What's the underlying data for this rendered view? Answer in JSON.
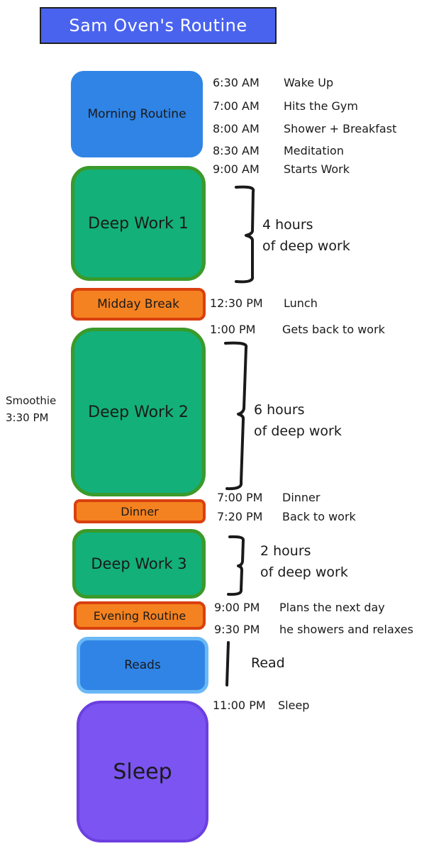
{
  "title": "Sam Oven's Routine",
  "colors": {
    "title_bg": "#4a63ee",
    "blue_block": "#2f84e6",
    "blue_border": "#2f84e6",
    "green_block": "#13b07a",
    "green_border": "#3a9a2a",
    "orange_block": "#f58220",
    "orange_border": "#d9400f",
    "reads_block": "#2f84e6",
    "reads_border": "#6ab8f5",
    "sleep_block": "#7b54f2",
    "sleep_border": "#6c3fe0"
  },
  "blocks": {
    "morning": "Morning Routine",
    "deep_work_1": "Deep Work 1",
    "midday": "Midday Break",
    "deep_work_2": "Deep Work 2",
    "dinner": "Dinner",
    "deep_work_3": "Deep Work 3",
    "evening": "Evening Routine",
    "reads": "Reads",
    "sleep": "Sleep"
  },
  "schedule": [
    {
      "time": "6:30 AM",
      "activity": "Wake Up"
    },
    {
      "time": "7:00 AM",
      "activity": "Hits the Gym"
    },
    {
      "time": "8:00 AM",
      "activity": "Shower + Breakfast"
    },
    {
      "time": "8:30 AM",
      "activity": "Meditation"
    },
    {
      "time": "9:00 AM",
      "activity": "Starts Work"
    },
    {
      "time": "12:30 PM",
      "activity": "Lunch"
    },
    {
      "time": "1:00 PM",
      "activity": "Gets back to work"
    },
    {
      "time": "7:00 PM",
      "activity": "Dinner"
    },
    {
      "time": "7:20 PM",
      "activity": "Back to work"
    },
    {
      "time": "9:00 PM",
      "activity": "Plans the next day"
    },
    {
      "time": "9:30 PM",
      "activity": "he showers and relaxes"
    },
    {
      "time": "11:00 PM",
      "activity": "Sleep"
    }
  ],
  "notes": {
    "dw1_line1": "4 hours",
    "dw1_line2": "of deep work",
    "dw2_line1": "6 hours",
    "dw2_line2": "of deep work",
    "dw3_line1": "2 hours",
    "dw3_line2": "of deep work",
    "read": "Read"
  },
  "side_note": {
    "line1": "Smoothie",
    "line2": "3:30 PM"
  }
}
